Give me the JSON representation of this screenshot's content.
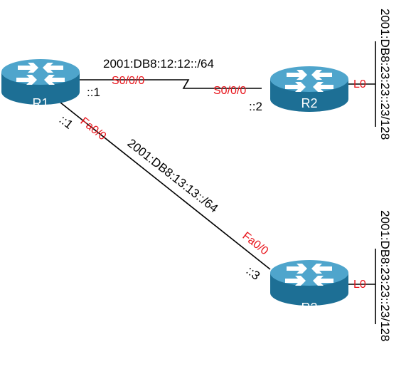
{
  "colors": {
    "link": "#000000",
    "interface_label": "#e8141b",
    "router_top": "#4fa5cc",
    "router_side": "#1d6f95",
    "router_arrows": "#ffffff"
  },
  "routers": {
    "r1": {
      "name": "R1",
      "icon": "router-icon"
    },
    "r2": {
      "name": "R2",
      "icon": "router-icon"
    },
    "r3": {
      "name": "R3",
      "icon": "router-icon"
    }
  },
  "links": {
    "r1_r2": {
      "subnet": "2001:DB8:12:12::/64",
      "r1_interface": "S0/0/0",
      "r1_host": "::1",
      "r2_interface": "S0/0/0",
      "r2_host": "::2"
    },
    "r1_r3": {
      "subnet": "2001:DB8:13:13::/64",
      "r1_interface": "Fa0/0",
      "r1_host": "::1",
      "r3_interface": "Fa0/0",
      "r3_host": "::3"
    }
  },
  "loopbacks": {
    "r2": {
      "interface": "L0",
      "address": "2001:DB8:23:23::23/128"
    },
    "r3": {
      "interface": "L0",
      "address": "2001:DB8:23:23::23/128"
    }
  }
}
